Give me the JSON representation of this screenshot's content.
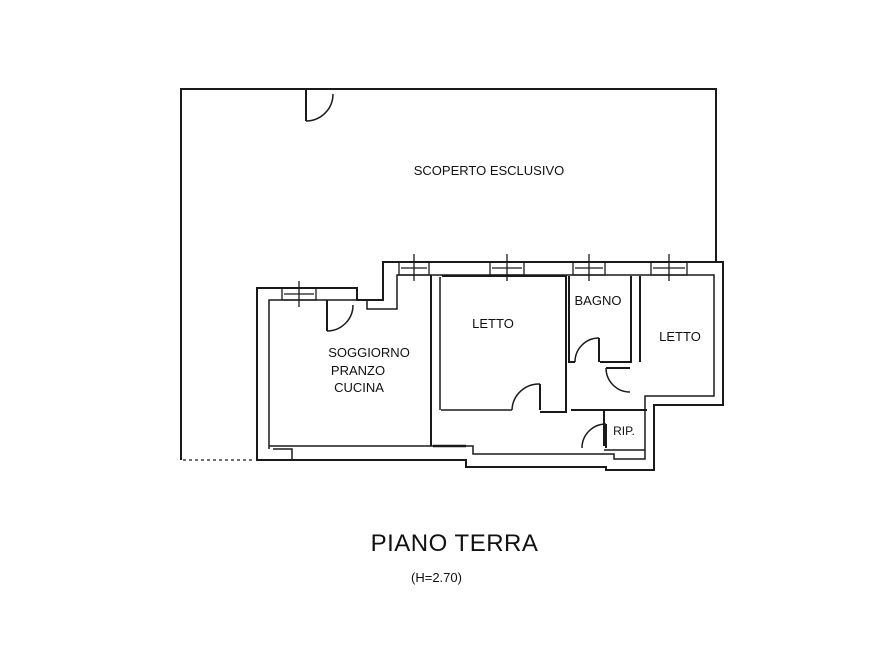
{
  "plan": {
    "title": "PIANO TERRA",
    "height_note": "(H=2.70)",
    "rooms": {
      "outdoor": "SCOPERTO ESCLUSIVO",
      "living_line1": "SOGGIORNO",
      "living_line2": "PRANZO",
      "living_line3": "CUCINA",
      "bedroom1": "LETTO",
      "bathroom": "BAGNO",
      "bedroom2": "LETTO",
      "storage": "RIP."
    }
  }
}
